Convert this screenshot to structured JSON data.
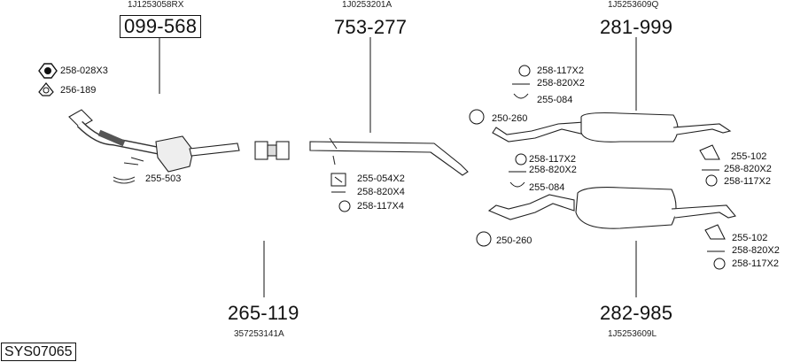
{
  "assemblies": {
    "catalytic": {
      "oe": "1J1253058RX",
      "number": "099-568"
    },
    "middle_pipe": {
      "oe": "1J0253201A",
      "number": "753-277"
    },
    "rear_upper": {
      "oe": "1J5253609Q",
      "number": "281-999"
    },
    "bottom_mid": {
      "oe": "357253141A",
      "number": "265-119"
    },
    "rear_lower": {
      "oe": "1J5253609L",
      "number": "282-985"
    }
  },
  "parts": {
    "p258_028x3": "258-028X3",
    "p256_189": "256-189",
    "p255_503": "255-503",
    "p255_054x2": "255-054X2",
    "p258_820x4": "258-820X4",
    "p258_117x4": "258-117X4",
    "p258_117x2_a": "258-117X2",
    "p258_820x2_a": "258-820X2",
    "p255_084_a": "255-084",
    "p250_260_a": "250-260",
    "p255_102_a": "255-102",
    "p258_820x2_b": "258-820X2",
    "p258_117x2_b": "258-117X2",
    "p258_117x2_c": "258-117X2",
    "p258_820x2_c": "258-820X2",
    "p255_084_b": "255-084",
    "p250_260_b": "250-260",
    "p255_102_b": "255-102",
    "p258_820x2_d": "258-820X2",
    "p258_117x2_d": "258-117X2"
  },
  "system_code": "SYS07065"
}
